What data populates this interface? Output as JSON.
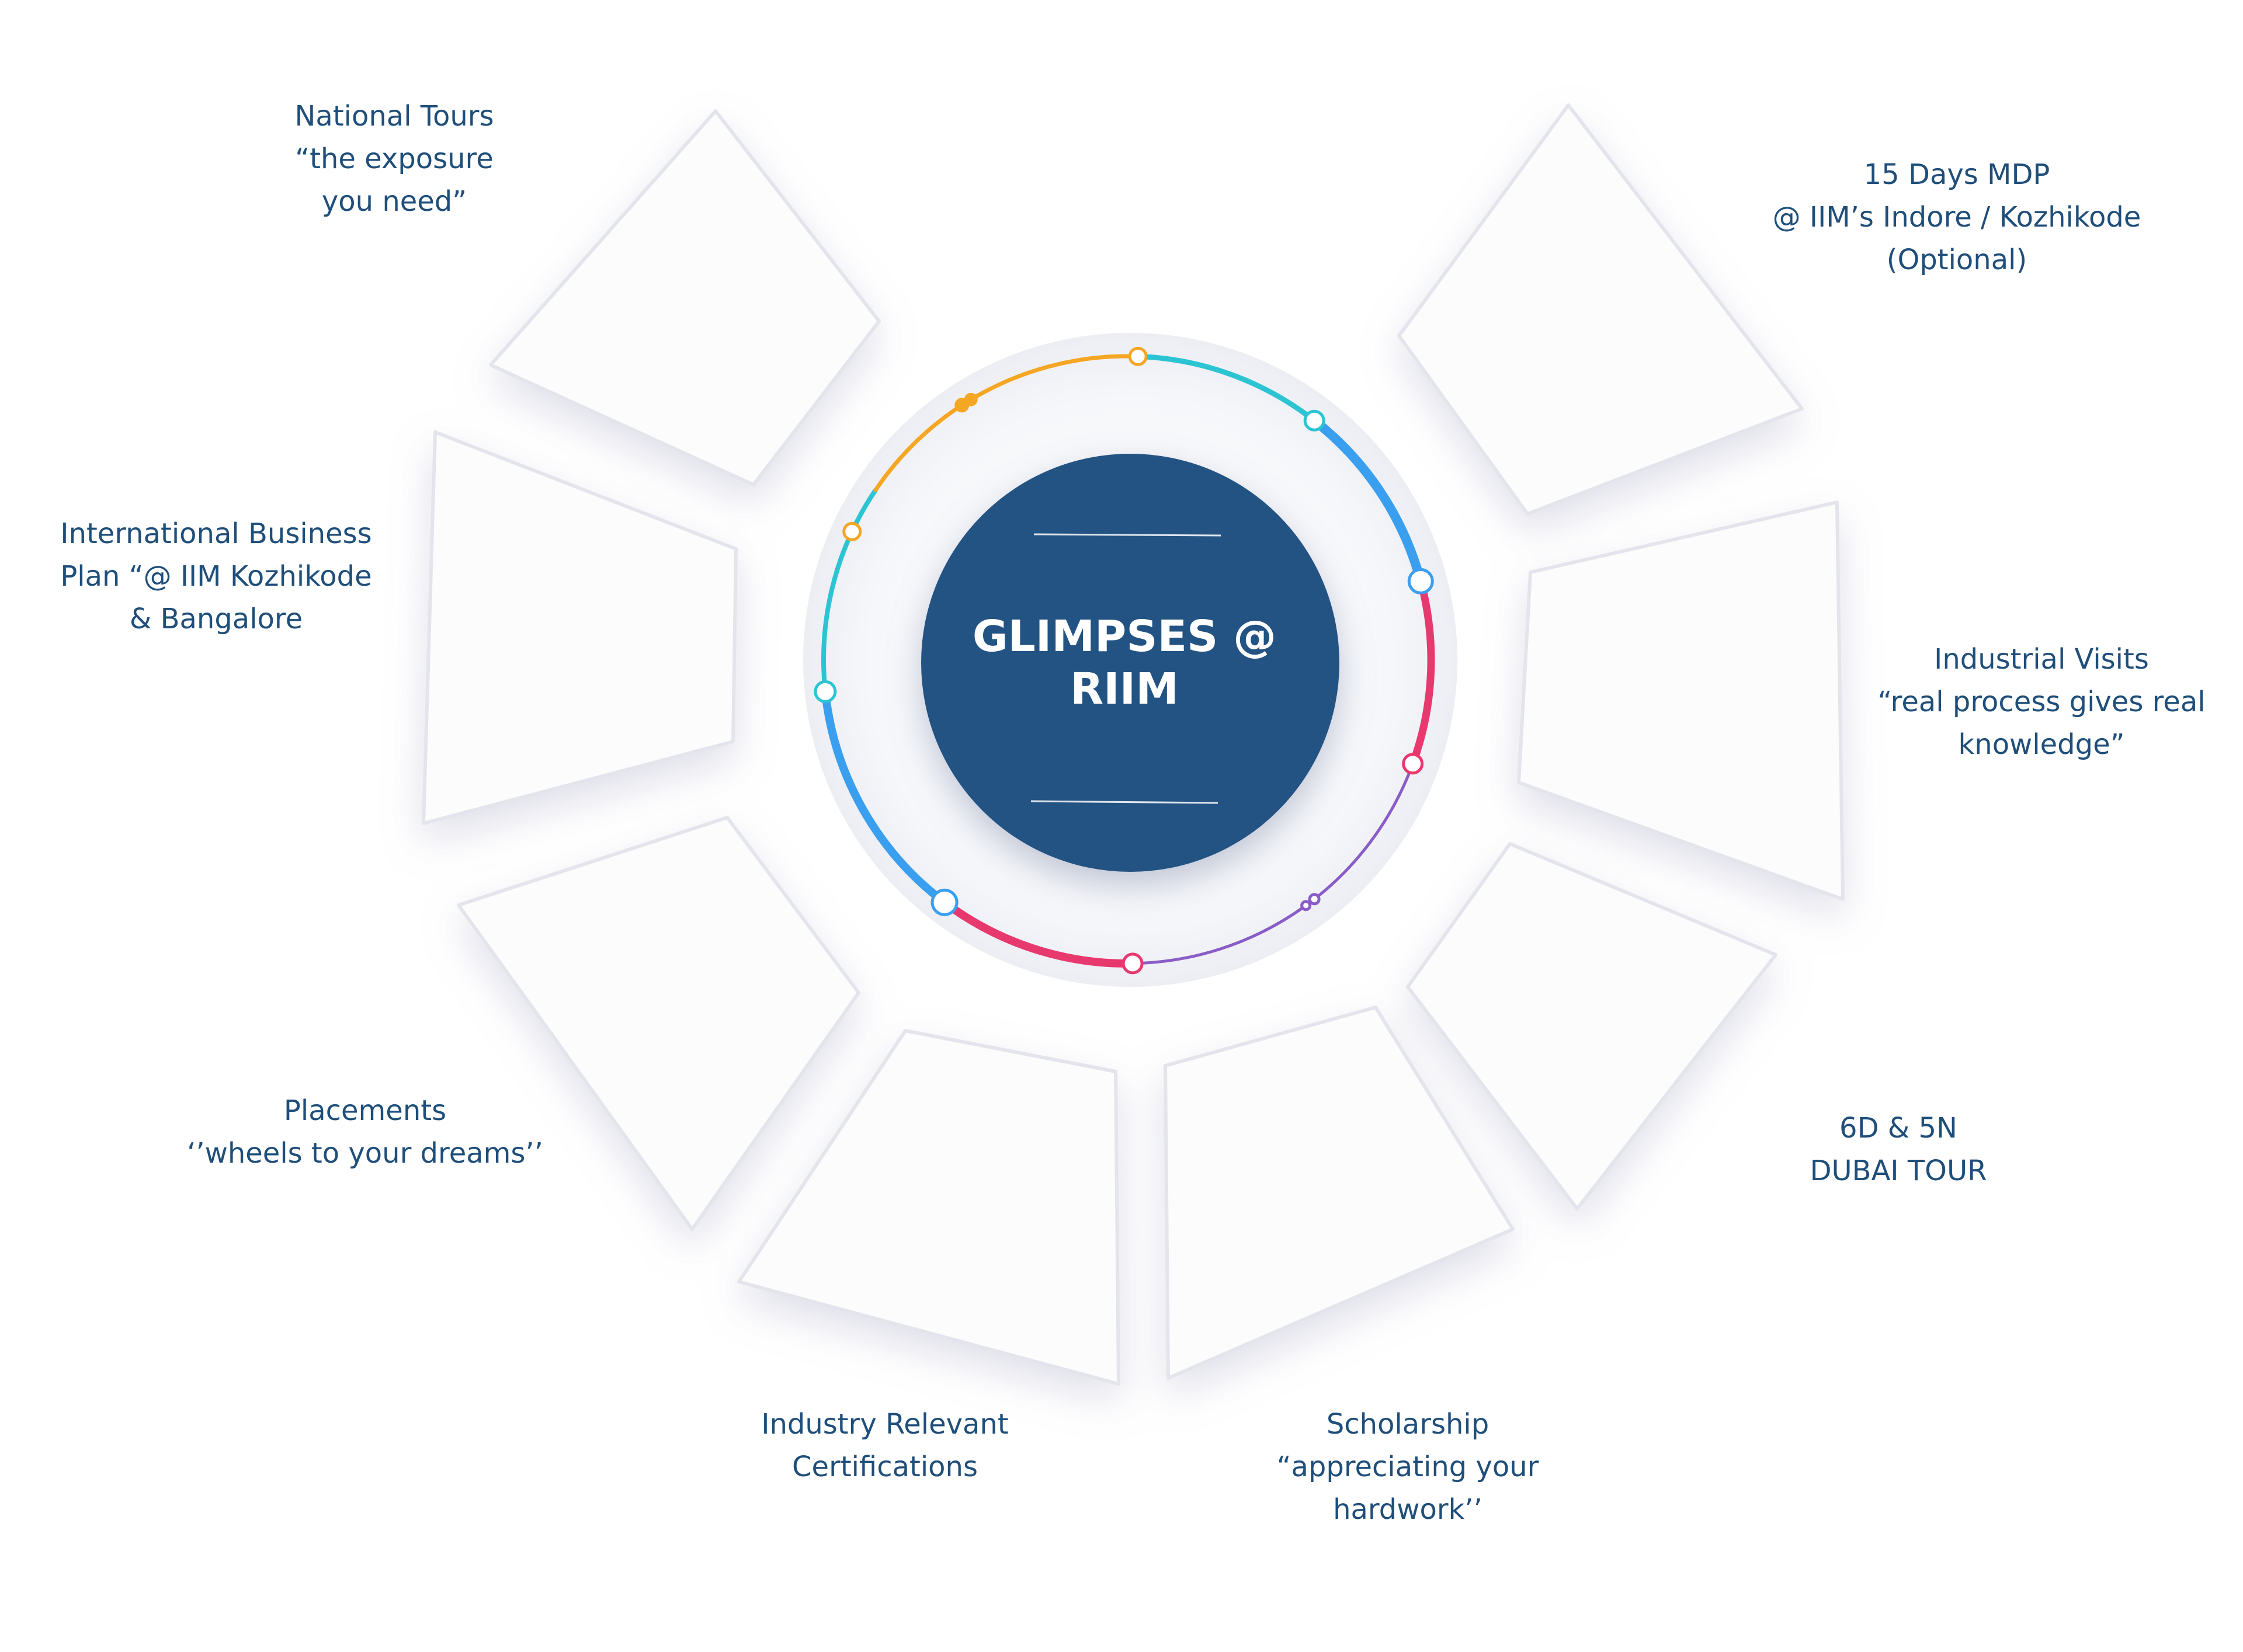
{
  "center": {
    "line1": "GLIMPSES @",
    "line2": "RIIM"
  },
  "items": [
    {
      "id": "national-tours",
      "lines": [
        "National Tours",
        "“the exposure",
        "you need”"
      ]
    },
    {
      "id": "mdp",
      "lines": [
        "15 Days MDP",
        "@ IIM’s Indore / Kozhikode",
        "(Optional)"
      ]
    },
    {
      "id": "international-business-plan",
      "lines": [
        "International Business",
        "Plan “@ IIM Kozhikode",
        "& Bangalore"
      ]
    },
    {
      "id": "industrial-visits",
      "lines": [
        "Industrial Visits",
        "“real process gives real",
        "knowledge”"
      ]
    },
    {
      "id": "placements",
      "lines": [
        "Placements",
        "‘’wheels to your dreams’’"
      ]
    },
    {
      "id": "dubai-tour",
      "lines": [
        "6D & 5N",
        "DUBAI TOUR"
      ]
    },
    {
      "id": "certifications",
      "lines": [
        "Industry Relevant",
        "Certifications"
      ]
    },
    {
      "id": "scholarship",
      "lines": [
        "Scholarship",
        "“appreciating your",
        "hardwork’’"
      ]
    }
  ],
  "colors": {
    "label_text": "#1f4e7a",
    "center_fill": "#215283",
    "ring_orange": "#f5a623",
    "ring_teal": "#2cc4d2",
    "ring_blue": "#3b9ff0",
    "ring_pink": "#e8396e",
    "ring_purple": "#8a5cc7",
    "card_fill": "#fcfcfd",
    "card_border": "#e4e5ec"
  }
}
